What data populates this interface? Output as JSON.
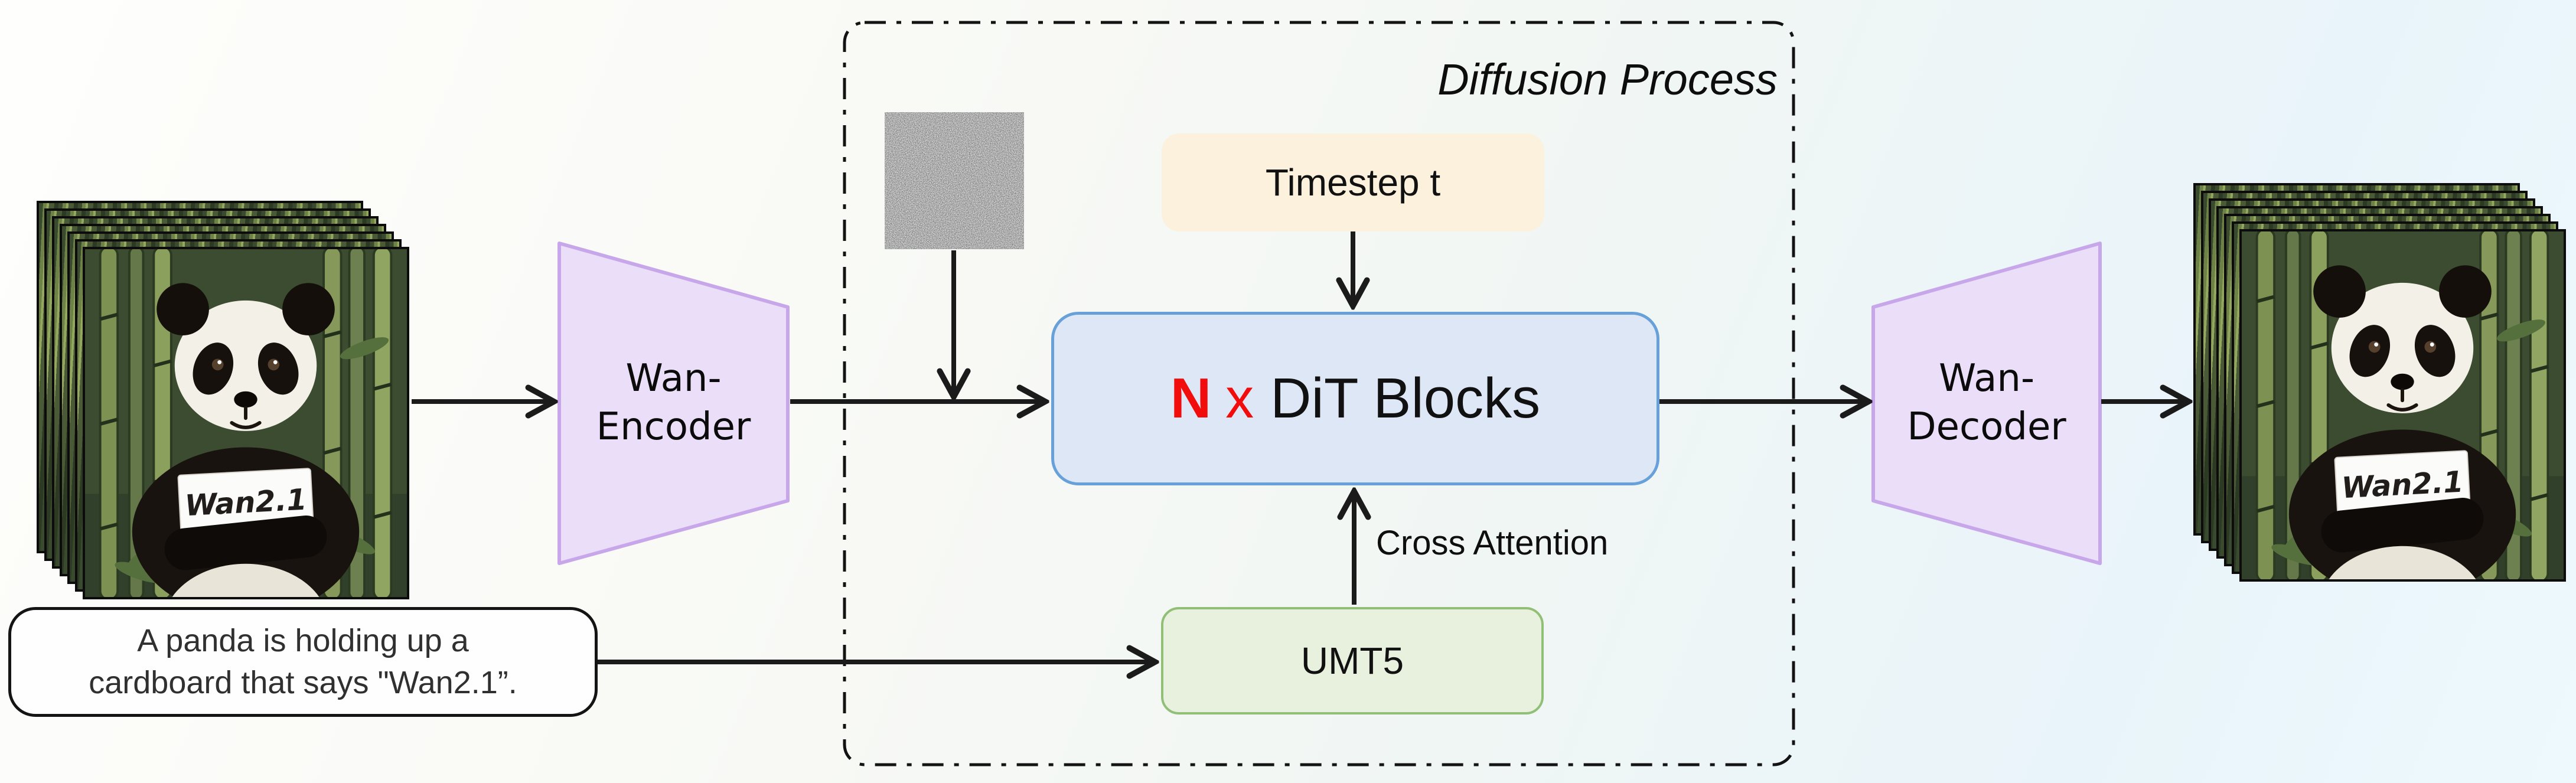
{
  "title": "Diffusion Process",
  "blocks": {
    "encoder": {
      "line1": "Wan-",
      "line2": "Encoder"
    },
    "decoder": {
      "line1": "Wan-",
      "line2": "Decoder"
    },
    "dit": {
      "n": "N",
      "times": "x",
      "label": "DiT Blocks"
    },
    "timestep": {
      "label": "Timestep t"
    },
    "umt5": {
      "label": "UMT5"
    }
  },
  "labels": {
    "cross_attention": "Cross Attention"
  },
  "prompt": {
    "line1": "A panda is holding up a",
    "line2": "cardboard that says \"Wan2.1”."
  },
  "panda_sign": "Wan2.1",
  "colors": {
    "dit_fill": "#dde7f5",
    "dit_border": "#68a1d9",
    "dit_accent_red": "#f20d0d",
    "timestep_fill": "#fbf1dc",
    "umt5_fill": "#e7f1de",
    "umt5_border": "#92bf77",
    "vae_fill": "#eadef8",
    "vae_border": "#c7a7ea",
    "arrow": "#1b1b1b",
    "dashed_border": "#131313"
  }
}
